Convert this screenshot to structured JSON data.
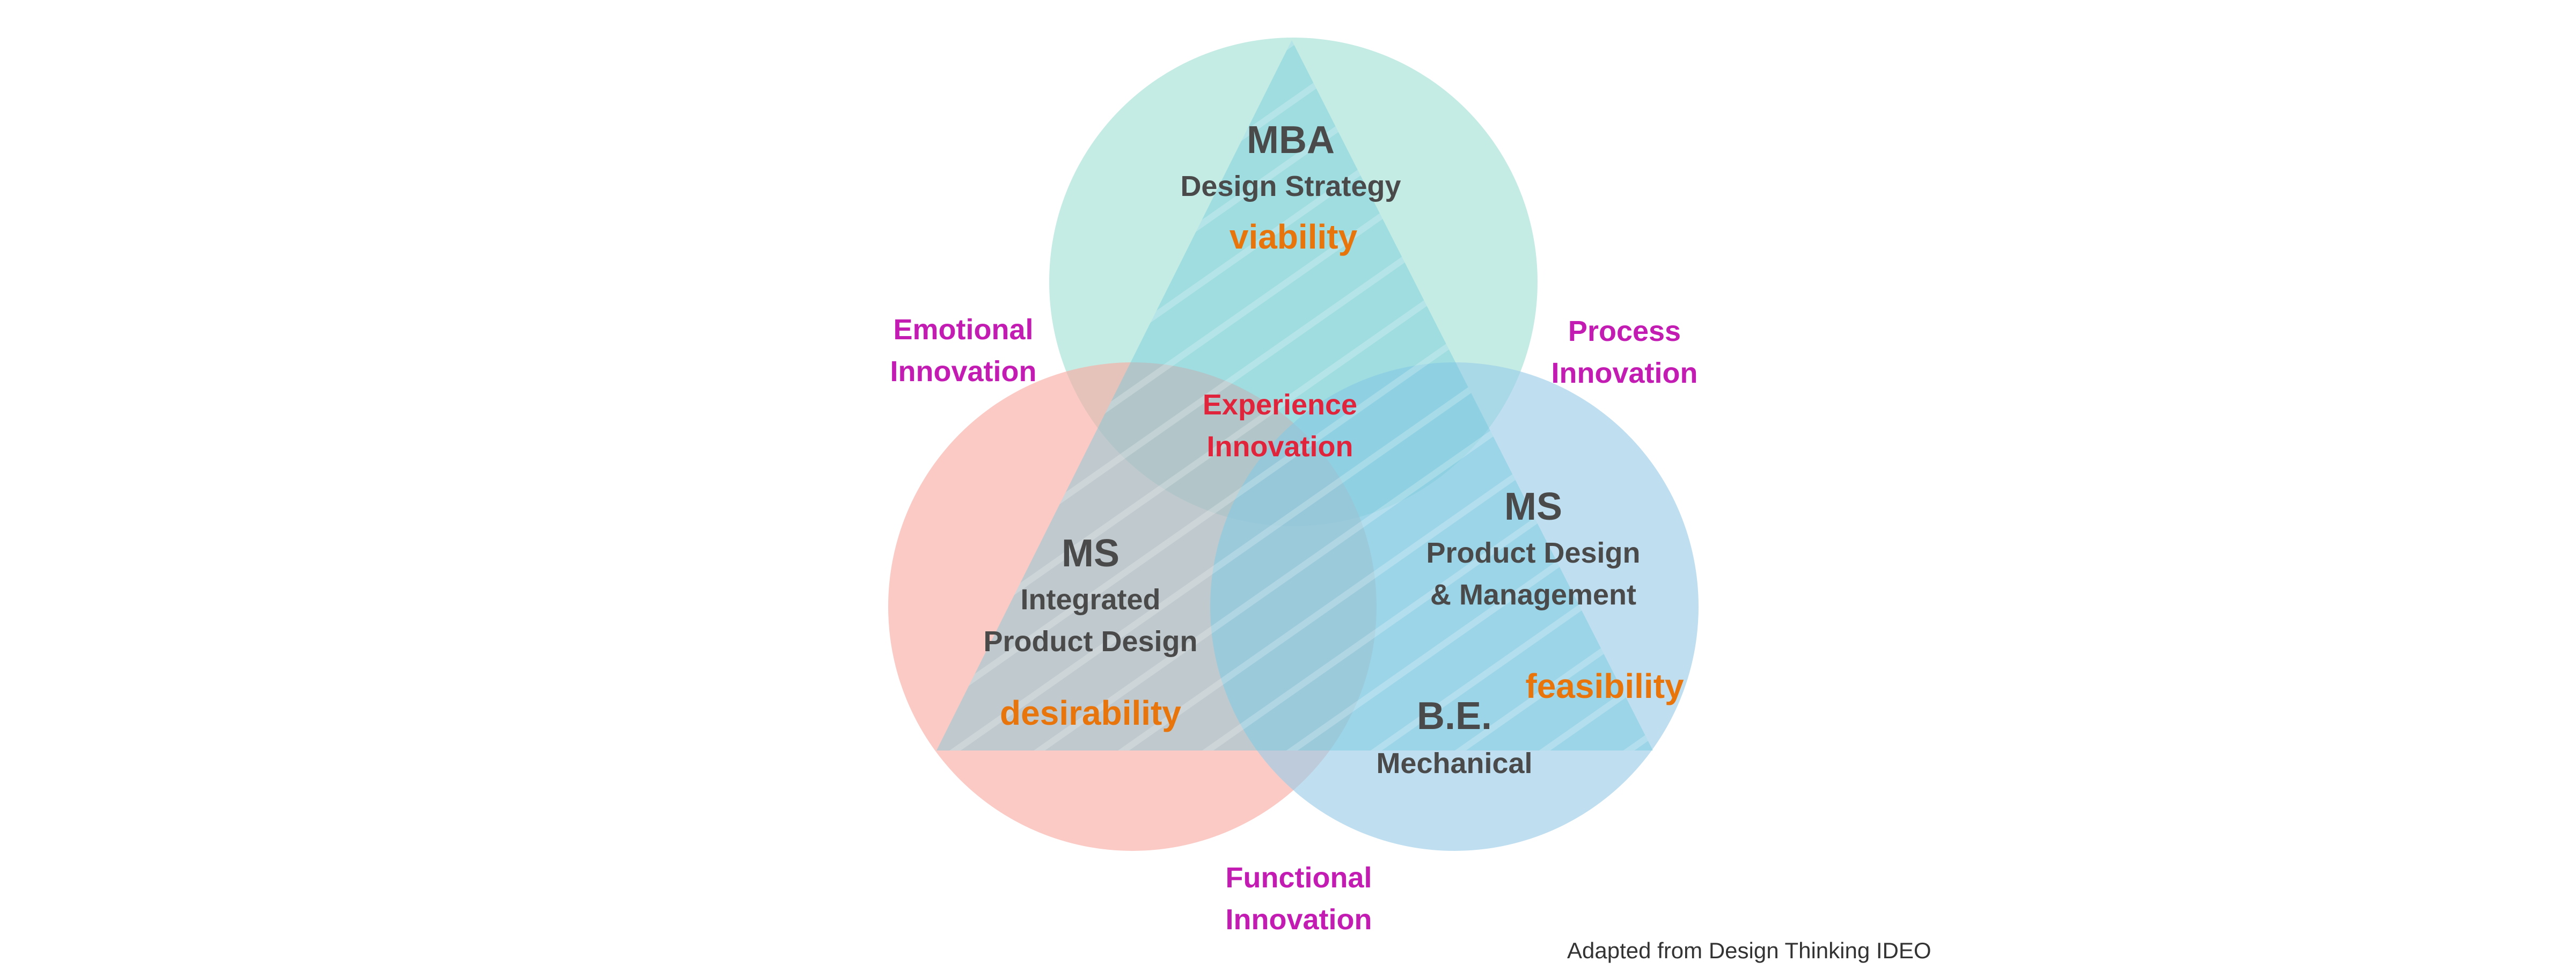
{
  "colors": {
    "circle_top": "#9fe0d3",
    "circle_left": "#f9aaa2",
    "circle_right": "#98cbe8",
    "triangle": "#6cc8dc",
    "degree_text": "#4a4a4a",
    "quality_text": "#e8740c",
    "innovation_text": "#c21cb3",
    "center_text": "#e0243c"
  },
  "mba": {
    "degree": "MBA",
    "program": "Design Strategy",
    "quality": "viability"
  },
  "ms_ipd": {
    "degree": "MS",
    "program_line1": "Integrated",
    "program_line2": "Product Design",
    "quality": "desirability"
  },
  "ms_pdm": {
    "degree": "MS",
    "program_line1": "Product Design",
    "program_line2": "& Management",
    "quality": "feasibility"
  },
  "be": {
    "degree": "B.E.",
    "program": "Mechanical"
  },
  "innovations": {
    "emotional_line1": "Emotional",
    "emotional_line2": "Innovation",
    "process_line1": "Process",
    "process_line2": "Innovation",
    "functional_line1": "Functional",
    "functional_line2": "Innovation",
    "experience_line1": "Experience",
    "experience_line2": "Innovation"
  },
  "credit": "Adapted from Design Thinking  IDEO"
}
